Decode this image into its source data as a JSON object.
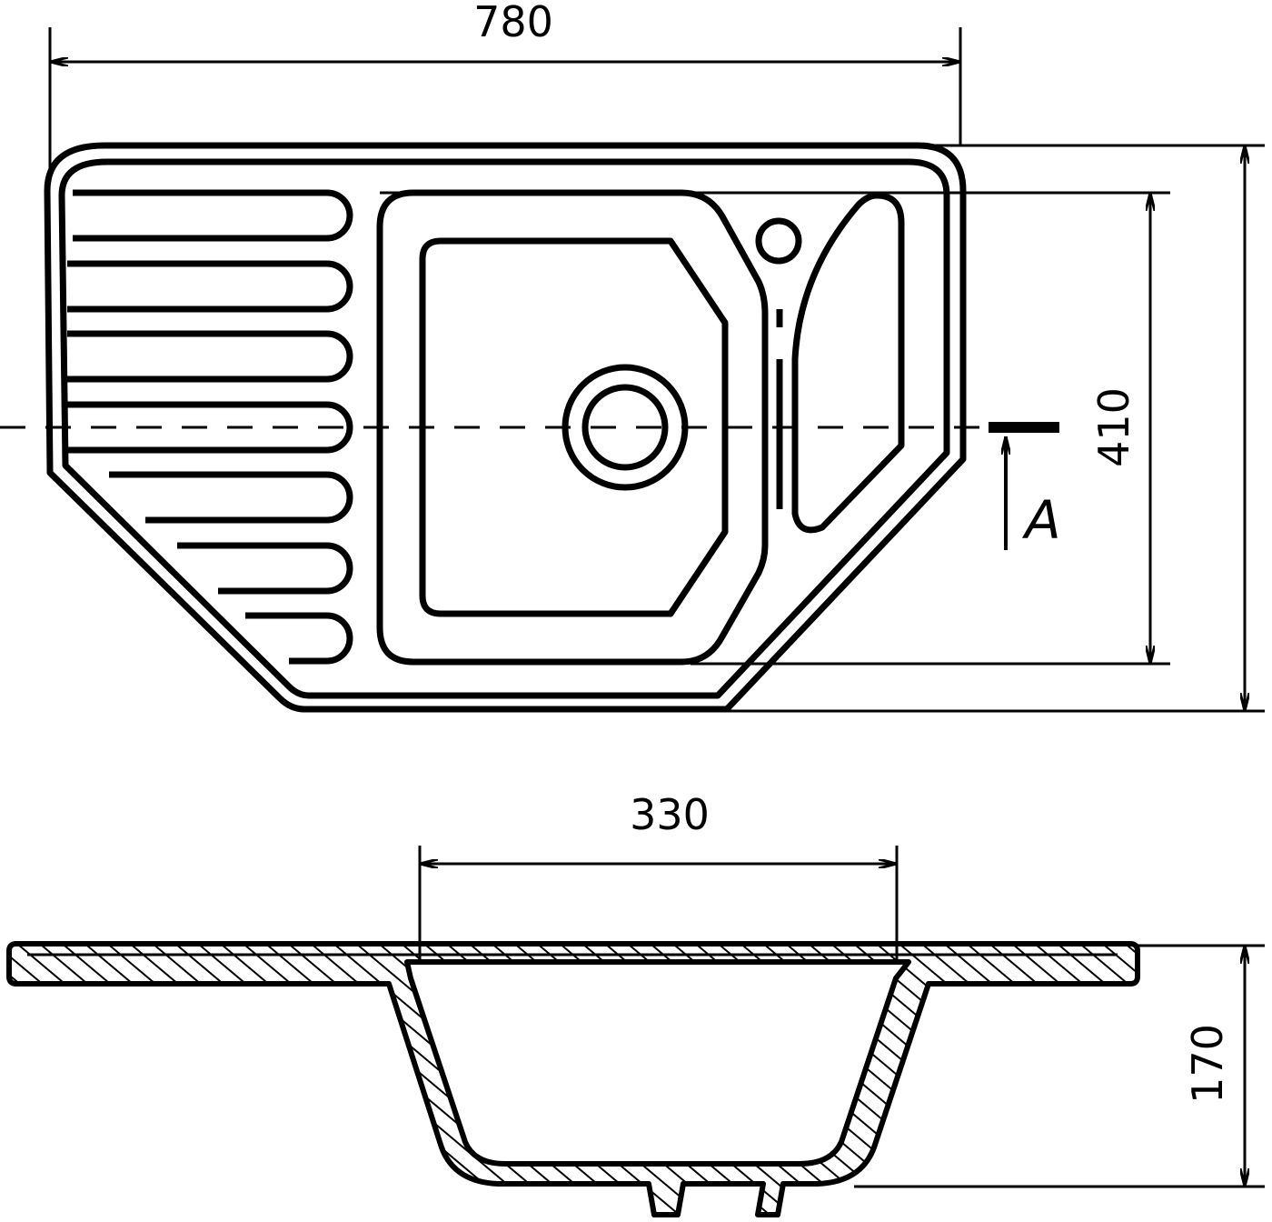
{
  "drawing": {
    "top_view": {
      "width_label": "780",
      "depth_label": "410",
      "section_marker": "A"
    },
    "section_view": {
      "bowl_width_label": "330",
      "bowl_depth_label": "170"
    },
    "colors": {
      "line": "#000000",
      "background": "#ffffff"
    }
  }
}
